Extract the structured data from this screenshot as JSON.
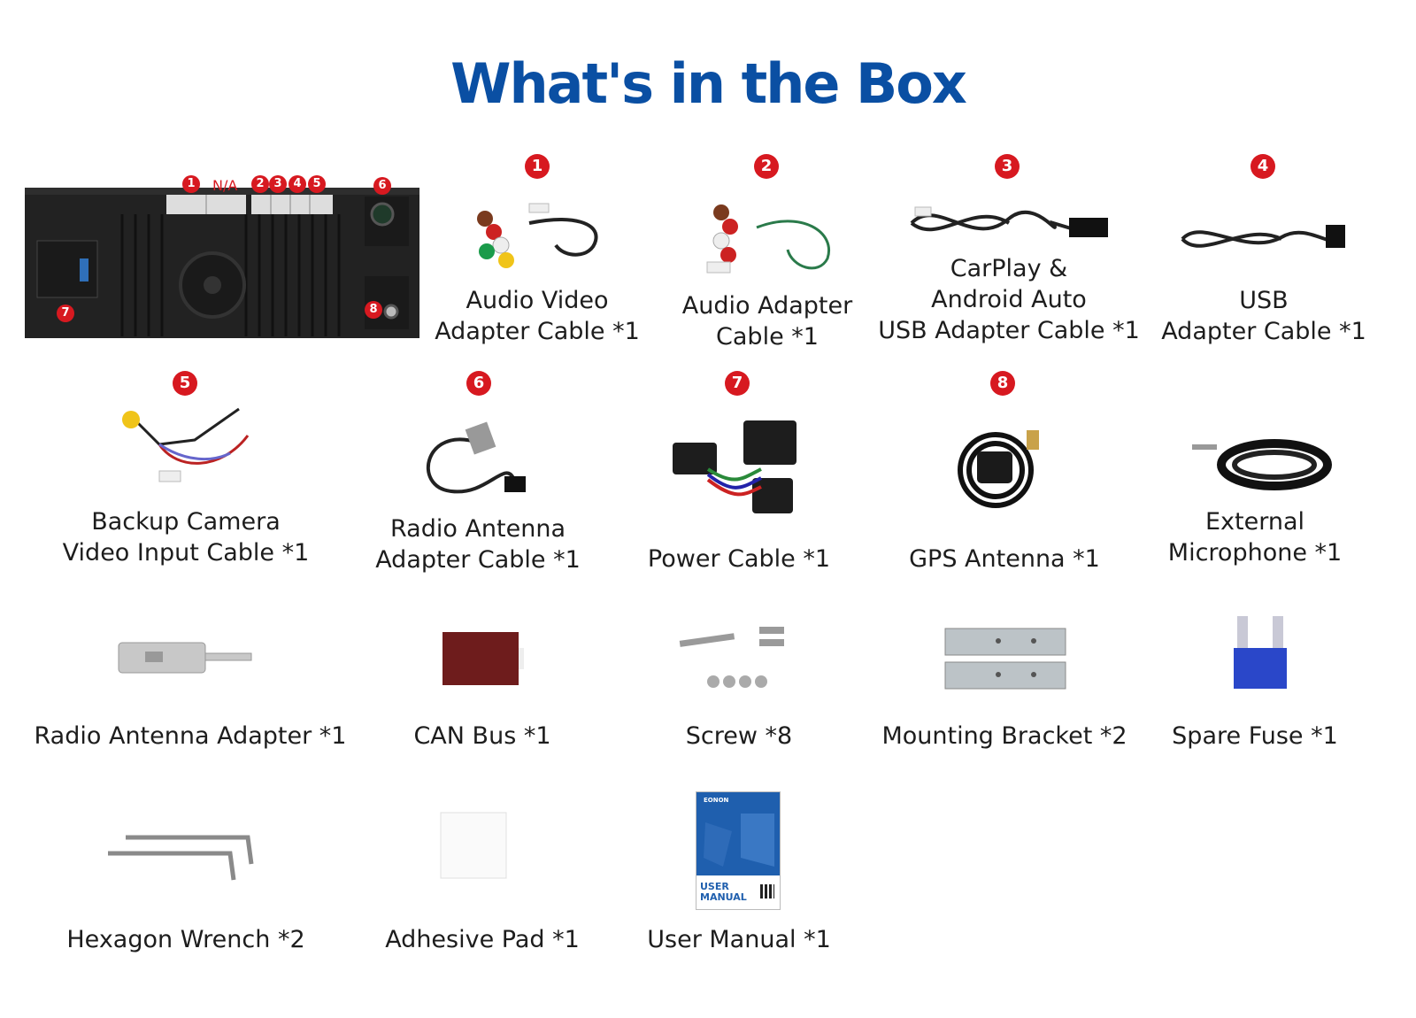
{
  "title": "What's in the Box",
  "panel": {
    "port_markers": [
      "1",
      "N/A",
      "2",
      "3",
      "4",
      "5",
      "6",
      "7",
      "8"
    ]
  },
  "items": [
    {
      "number": "1",
      "label": [
        "Audio Video",
        "Adapter Cable *1"
      ]
    },
    {
      "number": "2",
      "label": [
        "Audio Adapter",
        "Cable *1"
      ]
    },
    {
      "number": "3",
      "label": [
        "CarPlay &",
        "Android Auto",
        "USB Adapter Cable *1"
      ]
    },
    {
      "number": "4",
      "label": [
        "USB",
        "Adapter Cable *1"
      ]
    },
    {
      "number": "5",
      "label": [
        "Backup Camera",
        "Video Input Cable *1"
      ]
    },
    {
      "number": "6",
      "label": [
        "Radio Antenna",
        "Adapter Cable *1"
      ]
    },
    {
      "number": "7",
      "label": [
        "Power Cable *1"
      ]
    },
    {
      "number": "8",
      "label": [
        "GPS Antenna *1"
      ]
    },
    {
      "number": "",
      "label": [
        "External",
        "Microphone *1"
      ]
    },
    {
      "number": "",
      "label": [
        "Radio Antenna Adapter *1"
      ]
    },
    {
      "number": "",
      "label": [
        "CAN Bus *1"
      ]
    },
    {
      "number": "",
      "label": [
        "Screw *8"
      ]
    },
    {
      "number": "",
      "label": [
        "Mounting Bracket *2"
      ]
    },
    {
      "number": "",
      "label": [
        "Spare Fuse *1"
      ]
    },
    {
      "number": "",
      "label": [
        "Hexagon Wrench *2"
      ]
    },
    {
      "number": "",
      "label": [
        "Adhesive Pad *1"
      ]
    },
    {
      "number": "",
      "label": [
        "User Manual *1"
      ]
    }
  ],
  "manual_cover": {
    "brand": "EONON",
    "line1": "USER",
    "line2": "MANUAL"
  },
  "colors": {
    "title": "#0a4fa3",
    "badge": "#d71920",
    "manual": "#1f5fae",
    "unit": "#1c1c1c"
  }
}
